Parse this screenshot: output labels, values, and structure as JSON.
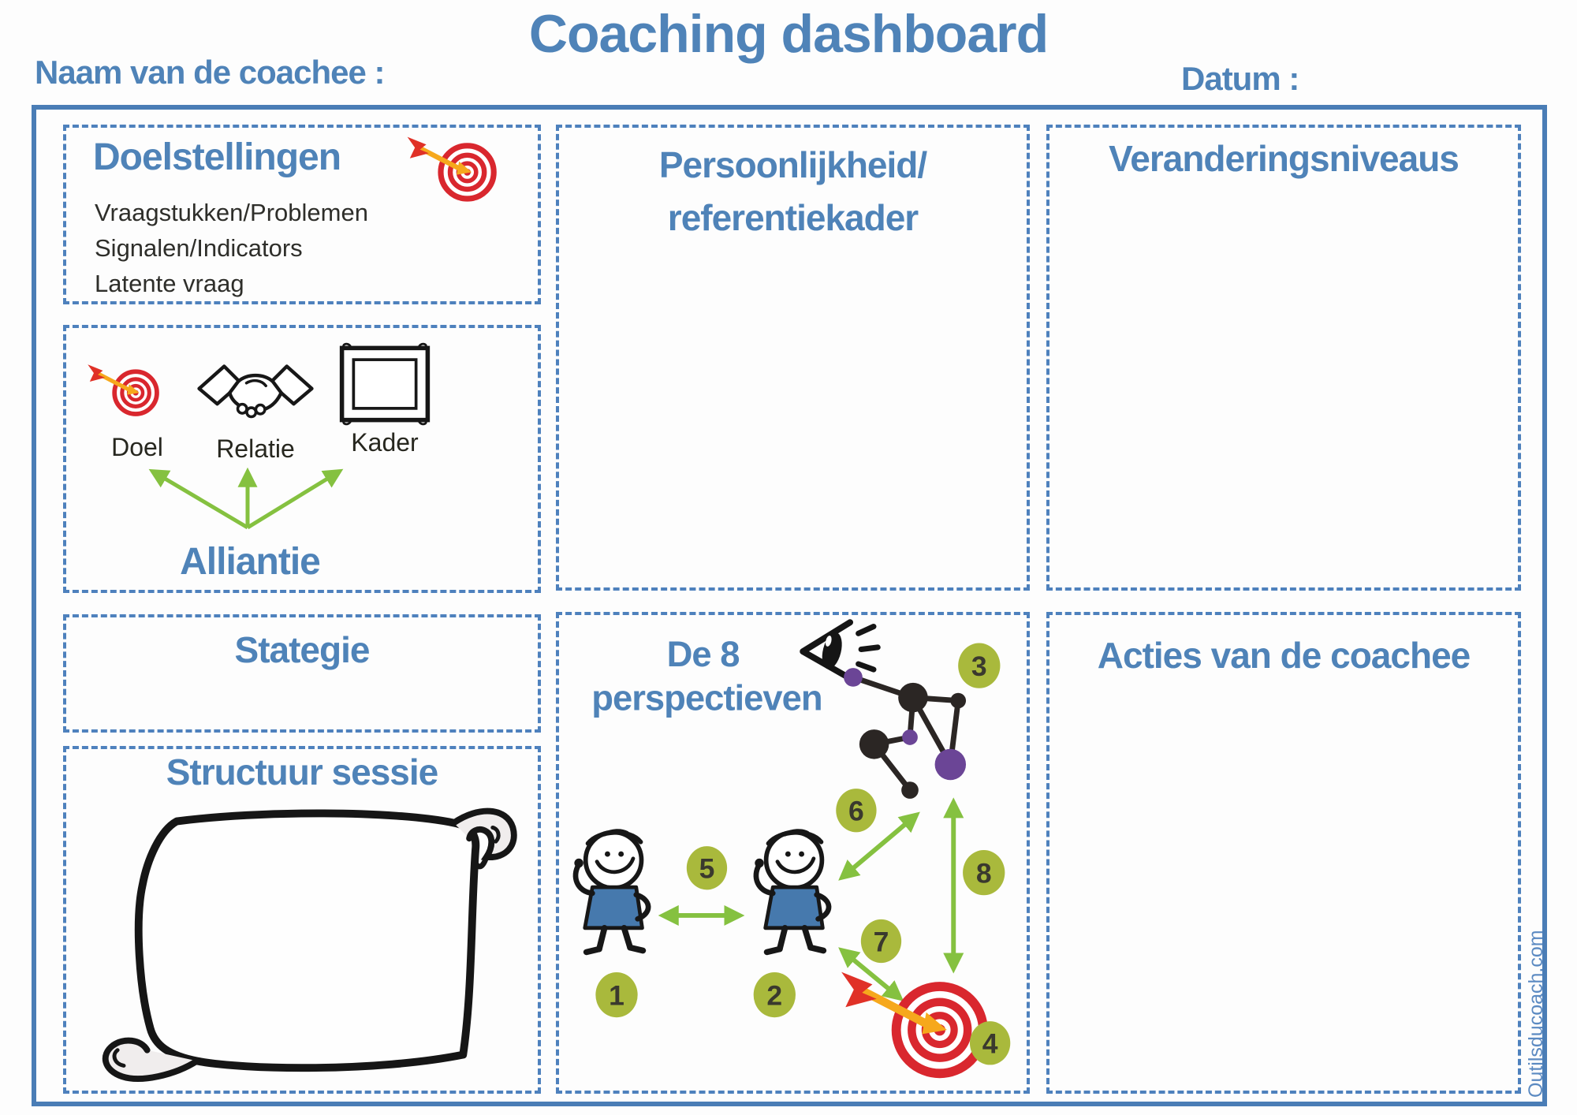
{
  "header": {
    "title": "Coaching dashboard",
    "coachee_name_label": "Naam van de coachee :",
    "date_label": "Datum :"
  },
  "panels": {
    "doelstellingen": {
      "title": "Doelstellingen",
      "items": [
        "Vraagstukken/Problemen",
        "Signalen/Indicators",
        "Latente vraag"
      ]
    },
    "alliantie": {
      "title": "Alliantie",
      "labels": {
        "doel": "Doel",
        "relatie": "Relatie",
        "kader": "Kader"
      }
    },
    "persoonlijkheid": {
      "title_line1": "Persoonlijkheid/",
      "title_line2": "referentiekader"
    },
    "veranderingsniveaus": {
      "title": "Veranderingsniveaus"
    },
    "stategie": {
      "title": "Stategie"
    },
    "structuur_sessie": {
      "title": "Structuur sessie"
    },
    "perspectieven": {
      "title_line1": "De 8",
      "title_line2": "perspectieven",
      "badges": [
        "1",
        "2",
        "3",
        "4",
        "5",
        "6",
        "7",
        "8"
      ]
    },
    "acties": {
      "title": "Acties van de coachee"
    }
  },
  "watermark": "Outilsducoach.com",
  "icons": {
    "target": "target-icon",
    "handshake": "handshake-icon",
    "frame": "picture-frame-icon",
    "eye": "eye-icon",
    "scroll": "scroll-icon",
    "person": "person-icon",
    "network": "network-icon"
  },
  "colors": {
    "accent_blue": "#4f83b8",
    "dashed_border_blue": "#4e81bd",
    "outer_border_blue": "#4a7db6",
    "badge_green": "#a9b93c",
    "arrow_green": "#85c140",
    "target_red": "#d9272e",
    "dart_yellow": "#f6a81c",
    "fletch_red": "#e03127",
    "node_black": "#2b2624",
    "node_purple": "#6b4596",
    "shirt_blue": "#4679ad",
    "text_dark": "#2e2e2a"
  }
}
